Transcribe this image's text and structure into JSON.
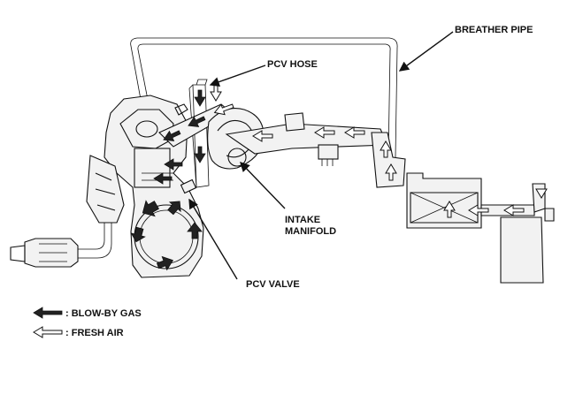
{
  "labels": {
    "breather_pipe": "BREATHER PIPE",
    "pcv_hose": "PCV HOSE",
    "intake_manifold_line1": "INTAKE",
    "intake_manifold_line2": "MANIFOLD",
    "pcv_valve": "PCV VALVE"
  },
  "legend": {
    "blow_by_gas": ": BLOW-BY GAS",
    "fresh_air": ": FRESH AIR"
  },
  "colors": {
    "blow_by_arrow": "#222222",
    "fresh_air_arrow": "#ffffff",
    "line": "#111111"
  }
}
